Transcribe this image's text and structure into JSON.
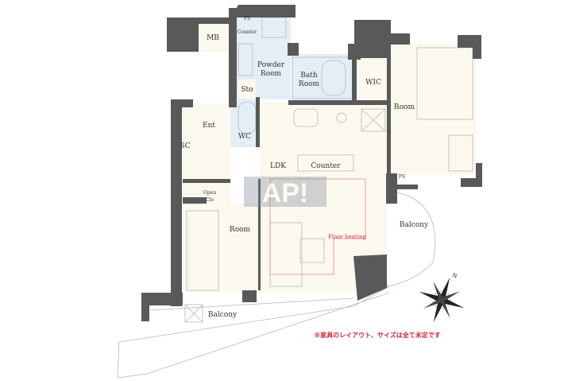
{
  "plan": {
    "labels": {
      "mb": "MB",
      "ps_top": "PS",
      "counter_small": "Counter",
      "powder_room_1": "Powder",
      "powder_room_2": "Room",
      "bath_room_1": "Bath",
      "bath_room_2": "Room",
      "sto": "Sto",
      "wic": "WIC",
      "room_right": "Room",
      "ent": "Ent",
      "sc": "SC",
      "wc": "WC",
      "ldk": "LDK",
      "counter": "Counter",
      "ps_right": "PS",
      "open_clo_1": "Open",
      "open_clo_2": "Clo",
      "room_left": "Room",
      "balcony_right": "Balcony",
      "floor_heating": "Floor heating",
      "balcony_bottom": "Balcony",
      "note": "※家具のレイアウト、サイズは全て未定です",
      "compass_north": "N"
    },
    "watermark": "AP!",
    "colors": {
      "wall": "#595959",
      "room": "#fbf8ee",
      "wet_area": "#e4eef7",
      "note": "#d0283a"
    }
  }
}
